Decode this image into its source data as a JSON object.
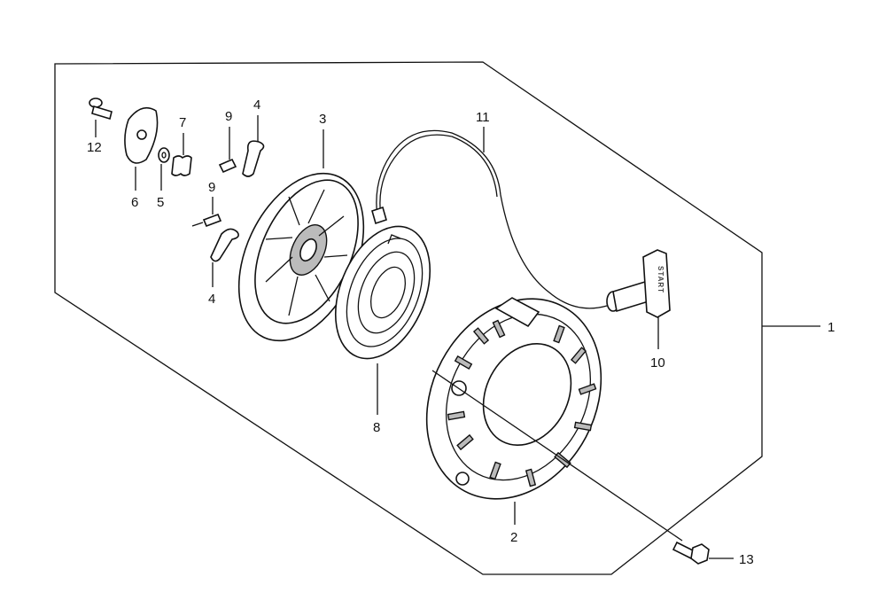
{
  "diagram": {
    "title": "Recoil starter exploded parts view",
    "callouts": [
      {
        "id": "c12",
        "text": "12"
      },
      {
        "id": "c6",
        "text": "6"
      },
      {
        "id": "c5",
        "text": "5"
      },
      {
        "id": "c7",
        "text": "7"
      },
      {
        "id": "c9a",
        "text": "9"
      },
      {
        "id": "c4a",
        "text": "4"
      },
      {
        "id": "c9b",
        "text": "9"
      },
      {
        "id": "c4b",
        "text": "4"
      },
      {
        "id": "c3",
        "text": "3"
      },
      {
        "id": "c11",
        "text": "11"
      },
      {
        "id": "c8",
        "text": "8"
      },
      {
        "id": "c10",
        "text": "10"
      },
      {
        "id": "c1",
        "text": "1"
      },
      {
        "id": "c2",
        "text": "2"
      },
      {
        "id": "c13",
        "text": "13"
      }
    ],
    "handle_text": "START"
  }
}
